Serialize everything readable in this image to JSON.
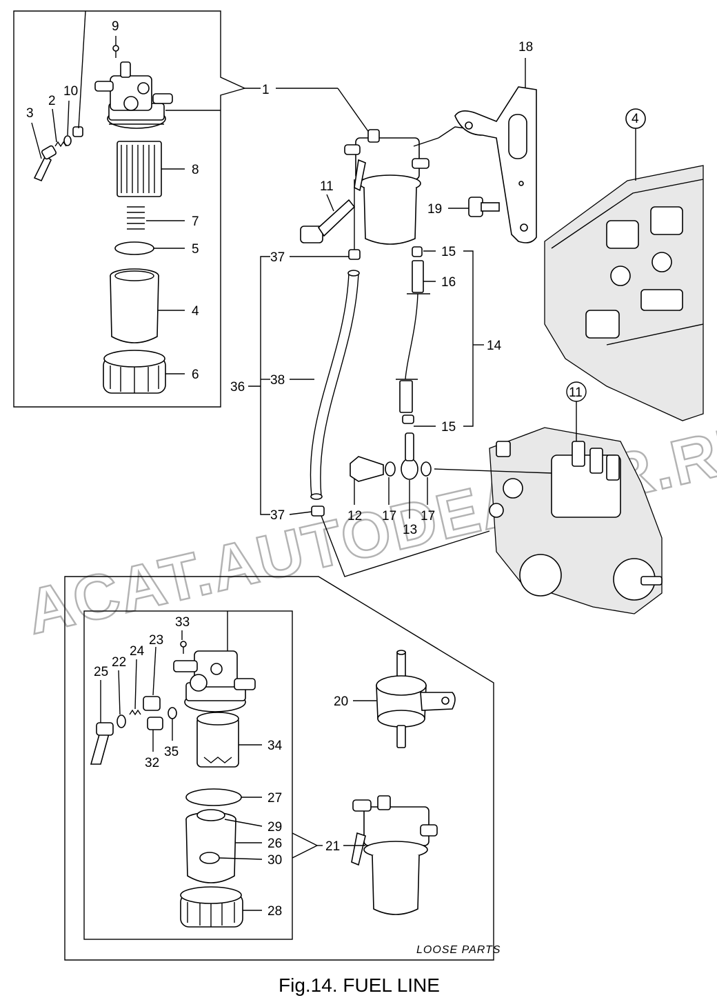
{
  "figure": {
    "caption": "Fig.14.  FUEL LINE",
    "watermark": "ACAT.AUTODEALER.RU",
    "loose_parts_label": "LOOSE PARTS"
  },
  "callouts": [
    "1",
    "2",
    "3",
    "4",
    "5",
    "6",
    "7",
    "8",
    "9",
    "10",
    "11",
    "12",
    "13",
    "14",
    "15",
    "16",
    "17",
    "18",
    "19",
    "20",
    "21",
    "22",
    "23",
    "24",
    "25",
    "26",
    "27",
    "28",
    "29",
    "30",
    "32",
    "33",
    "34",
    "35",
    "36",
    "37",
    "38"
  ],
  "labels": {
    "c1": "1",
    "c2": "2",
    "c3": "3",
    "c4a": "4",
    "c4b": "4",
    "c5": "5",
    "c6": "6",
    "c7": "7",
    "c8": "8",
    "c9": "9",
    "c10": "10",
    "c11a": "11",
    "c11b": "11",
    "c12": "12",
    "c13": "13",
    "c14": "14",
    "c15a": "15",
    "c15b": "15",
    "c16": "16",
    "c17a": "17",
    "c17b": "17",
    "c18": "18",
    "c19": "19",
    "c20": "20",
    "c21": "21",
    "c22": "22",
    "c23": "23",
    "c24": "24",
    "c25": "25",
    "c26": "26",
    "c27": "27",
    "c28": "28",
    "c29": "29",
    "c30": "30",
    "c32": "32",
    "c33": "33",
    "c34": "34",
    "c35": "35",
    "c36": "36",
    "c37a": "37",
    "c37b": "37",
    "c38": "38"
  }
}
